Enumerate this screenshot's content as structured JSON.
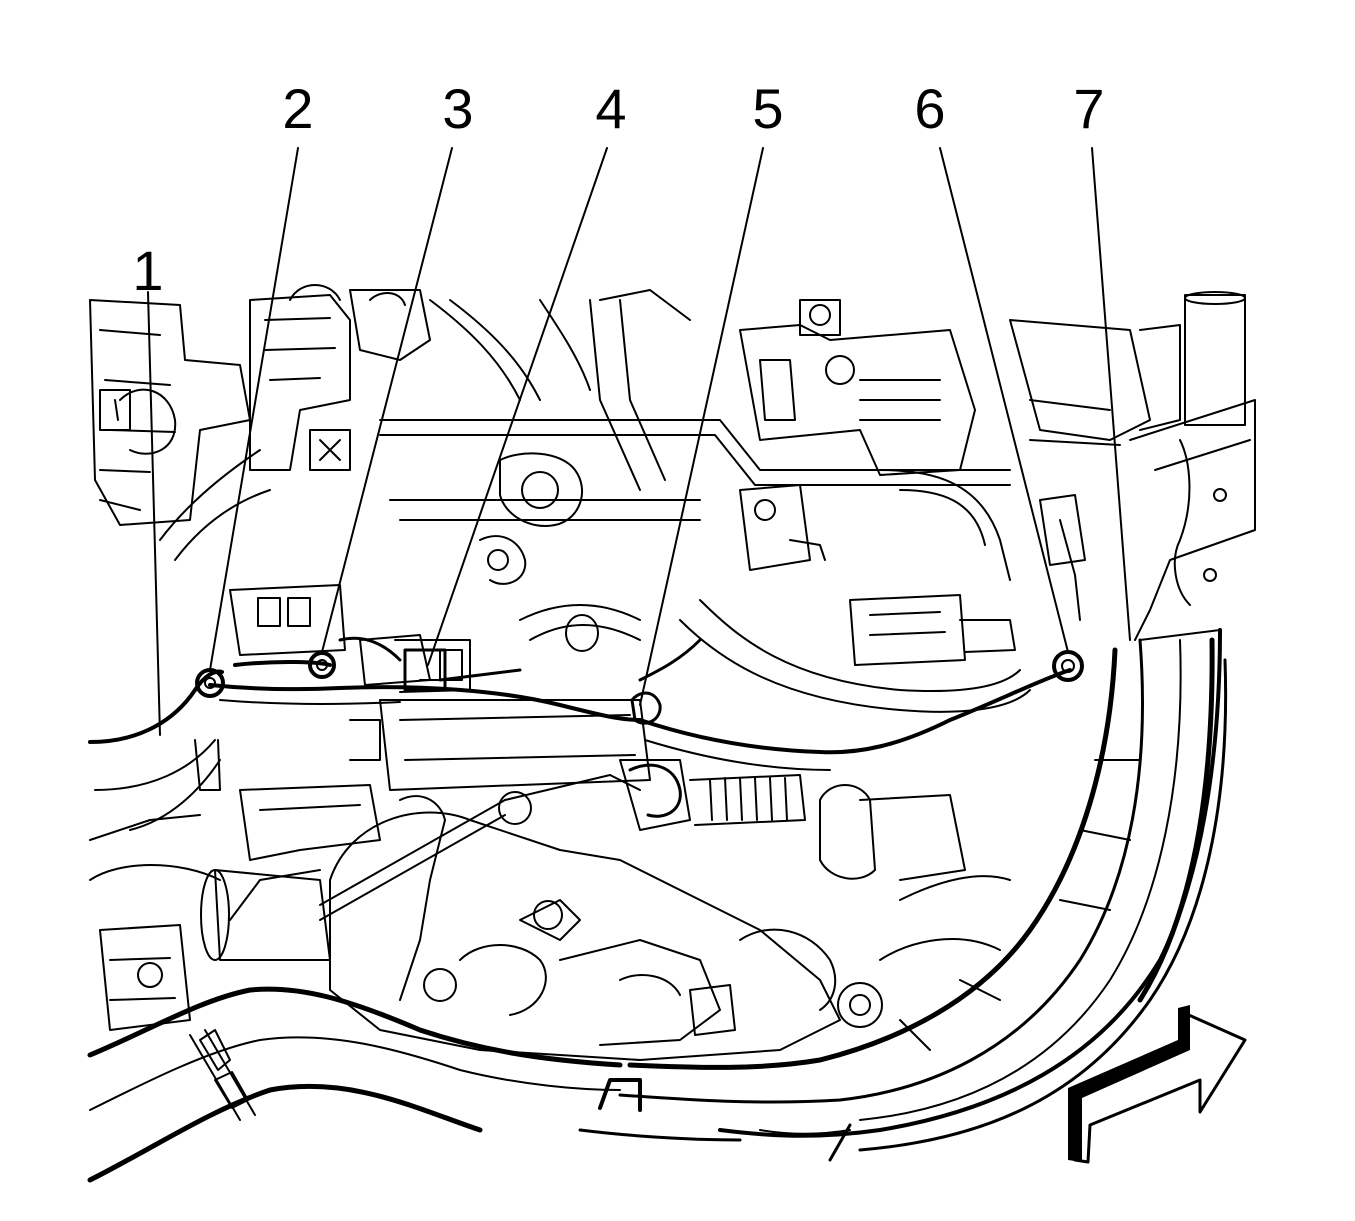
{
  "colors": {
    "ink": "#000000",
    "paper": "#ffffff"
  },
  "callouts": [
    {
      "id": "1",
      "label": "1"
    },
    {
      "id": "2",
      "label": "2"
    },
    {
      "id": "3",
      "label": "3"
    },
    {
      "id": "4",
      "label": "4"
    },
    {
      "id": "5",
      "label": "5"
    },
    {
      "id": "6",
      "label": "6"
    },
    {
      "id": "7",
      "label": "7"
    }
  ],
  "direction_arrow": {
    "icon": "front-direction-arrow-icon"
  }
}
